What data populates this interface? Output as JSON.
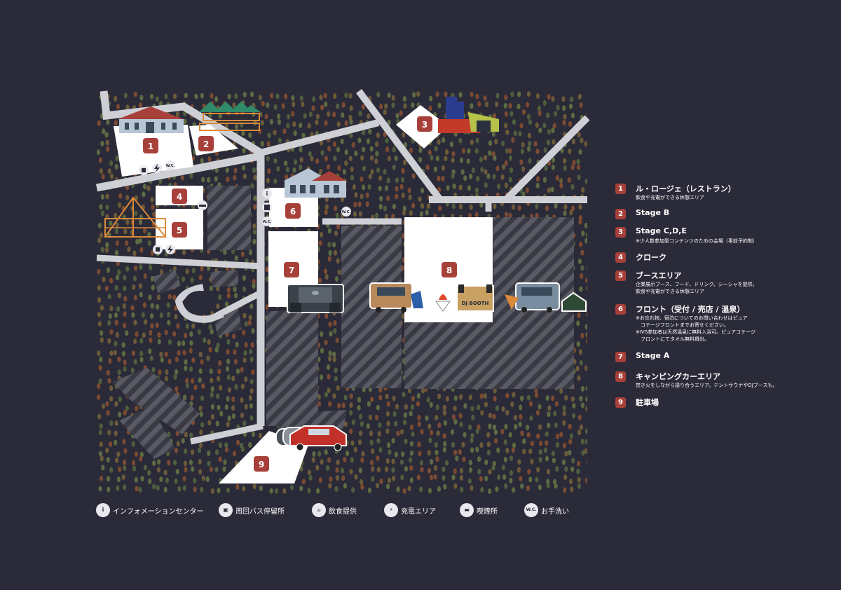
{
  "zones": [
    {
      "num": "1"
    },
    {
      "num": "2"
    },
    {
      "num": "3"
    },
    {
      "num": "4"
    },
    {
      "num": "5"
    },
    {
      "num": "6"
    },
    {
      "num": "7"
    },
    {
      "num": "8"
    },
    {
      "num": "9"
    }
  ],
  "map_text": {
    "wc1": "W.C.",
    "wc2": "W.C.",
    "wc3": "W.C.",
    "info": "i",
    "dj_booth": "DJ BOOTH"
  },
  "legend": [
    {
      "num": "1",
      "title": "ル・ロージェ（レストラン）",
      "desc": "飲食や充電ができる休憩エリア"
    },
    {
      "num": "2",
      "title": "Stage B",
      "desc": ""
    },
    {
      "num": "3",
      "title": "Stage C,D,E",
      "desc": "※少人数参加型コンテンツのための会場（事前予約制）"
    },
    {
      "num": "4",
      "title": "クローク",
      "desc": ""
    },
    {
      "num": "5",
      "title": "ブースエリア",
      "desc": "企業展示ブース、フード、ドリンク、シーシャを提供。\n飲食や充電ができる休憩エリア"
    },
    {
      "num": "6",
      "title": "フロント（受付 / 売店 / 温泉）",
      "desc": "※お忘れ物、宿泊についてのお問い合わせはピュア\n　コテージフロントまでお寄せください。\n※IVS参加者は天然温泉に無料入浴可。ピュアコテージ\n　フロントにてタオル無料貸出。"
    },
    {
      "num": "7",
      "title": "Stage A",
      "desc": ""
    },
    {
      "num": "8",
      "title": "キャンピングカーエリア",
      "desc": "焚き火をしながら語り合うエリア。テントサウナやDJブースも。"
    },
    {
      "num": "9",
      "title": "駐車場",
      "desc": ""
    }
  ],
  "bottom_legend": [
    {
      "icon": "info-icon",
      "glyph": "i",
      "label": "インフォメーションセンター"
    },
    {
      "icon": "bus-icon",
      "glyph": "▣",
      "label": "周回バス停留所"
    },
    {
      "icon": "food-icon",
      "glyph": "☕",
      "label": "飲食提供"
    },
    {
      "icon": "charging-icon",
      "glyph": "⚡",
      "label": "充電エリア"
    },
    {
      "icon": "smoking-icon",
      "glyph": "▬",
      "label": "喫煙所"
    },
    {
      "icon": "wc-icon",
      "glyph": "W.C.",
      "label": "お手洗い"
    }
  ],
  "colors": {
    "background": "#2a2a38",
    "road": "#cfcfd6",
    "zone": "#ffffff",
    "badge": "#a8403a",
    "tree_green": "#5d6b43",
    "tree_brown": "#7a4a32"
  }
}
